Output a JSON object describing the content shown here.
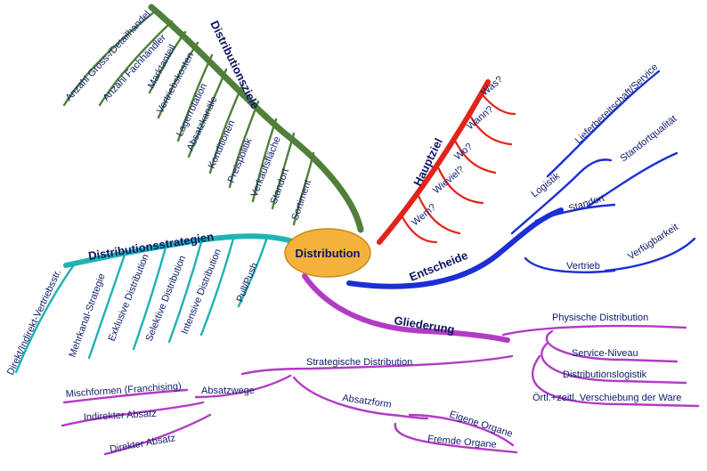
{
  "center": {
    "label": "Distribution",
    "fill": "#f4b23c"
  },
  "colors": {
    "green": "#4f7f3a",
    "red": "#e2231a",
    "blue": "#1b2fd4",
    "teal": "#1fb3b3",
    "purple": "#b23bc4"
  },
  "distributionsziele": {
    "title": "Distributionsziele",
    "items": [
      "Anzahl Gross-/Detailhandel",
      "Anzahl Fachhändler",
      "Marktanteil",
      "Vertriebskosten",
      "Lagerrotation",
      "Absatzkanäle",
      "Konditionen",
      "Preispolitik",
      "Verkaufsfläche",
      "Standort",
      "Sortiment"
    ]
  },
  "hauptziel": {
    "title": "Hauptziel",
    "items": [
      "Was?",
      "Wann?",
      "Wo?",
      "Wieviel?",
      "Wem?"
    ]
  },
  "entscheide": {
    "title": "Entscheide",
    "logistik": "Logistik",
    "lieferbereitschaft": "Lieferbereitschaft/Service",
    "standort": "Standort",
    "standortqualitaet": "Standortqualität",
    "vertrieb": "Vertrieb",
    "verfuegbarkeit": "Verfügbarkeit"
  },
  "distributionsstrategien": {
    "title": "Distributionsstrategien",
    "items": [
      "Direkt/Indirekt-Vertriebsstr.",
      "Mehrkanal-Strategie",
      "Exklusive Distribution",
      "Selektive Distribution",
      "Intensive Distribution",
      "Pull/Push"
    ]
  },
  "gliederung": {
    "title": "Gliederung",
    "physische": "Physische Distribution",
    "service_niveau": "Service-Niveau",
    "distributionslogistik": "Distributionslogistik",
    "verschiebung": "Örtl.+zeitl. Verschiebung der Ware",
    "strategische": "Strategische Distribution",
    "absatzwege": "Absatzwege",
    "mischformen": "Mischformen (Franchising)",
    "indirekter": "Indirekter Absatz",
    "direkter": "Direkter Absatz",
    "absatzform": "Absatzform",
    "eigene": "Eigene Organe",
    "fremde": "Fremde Organe"
  }
}
